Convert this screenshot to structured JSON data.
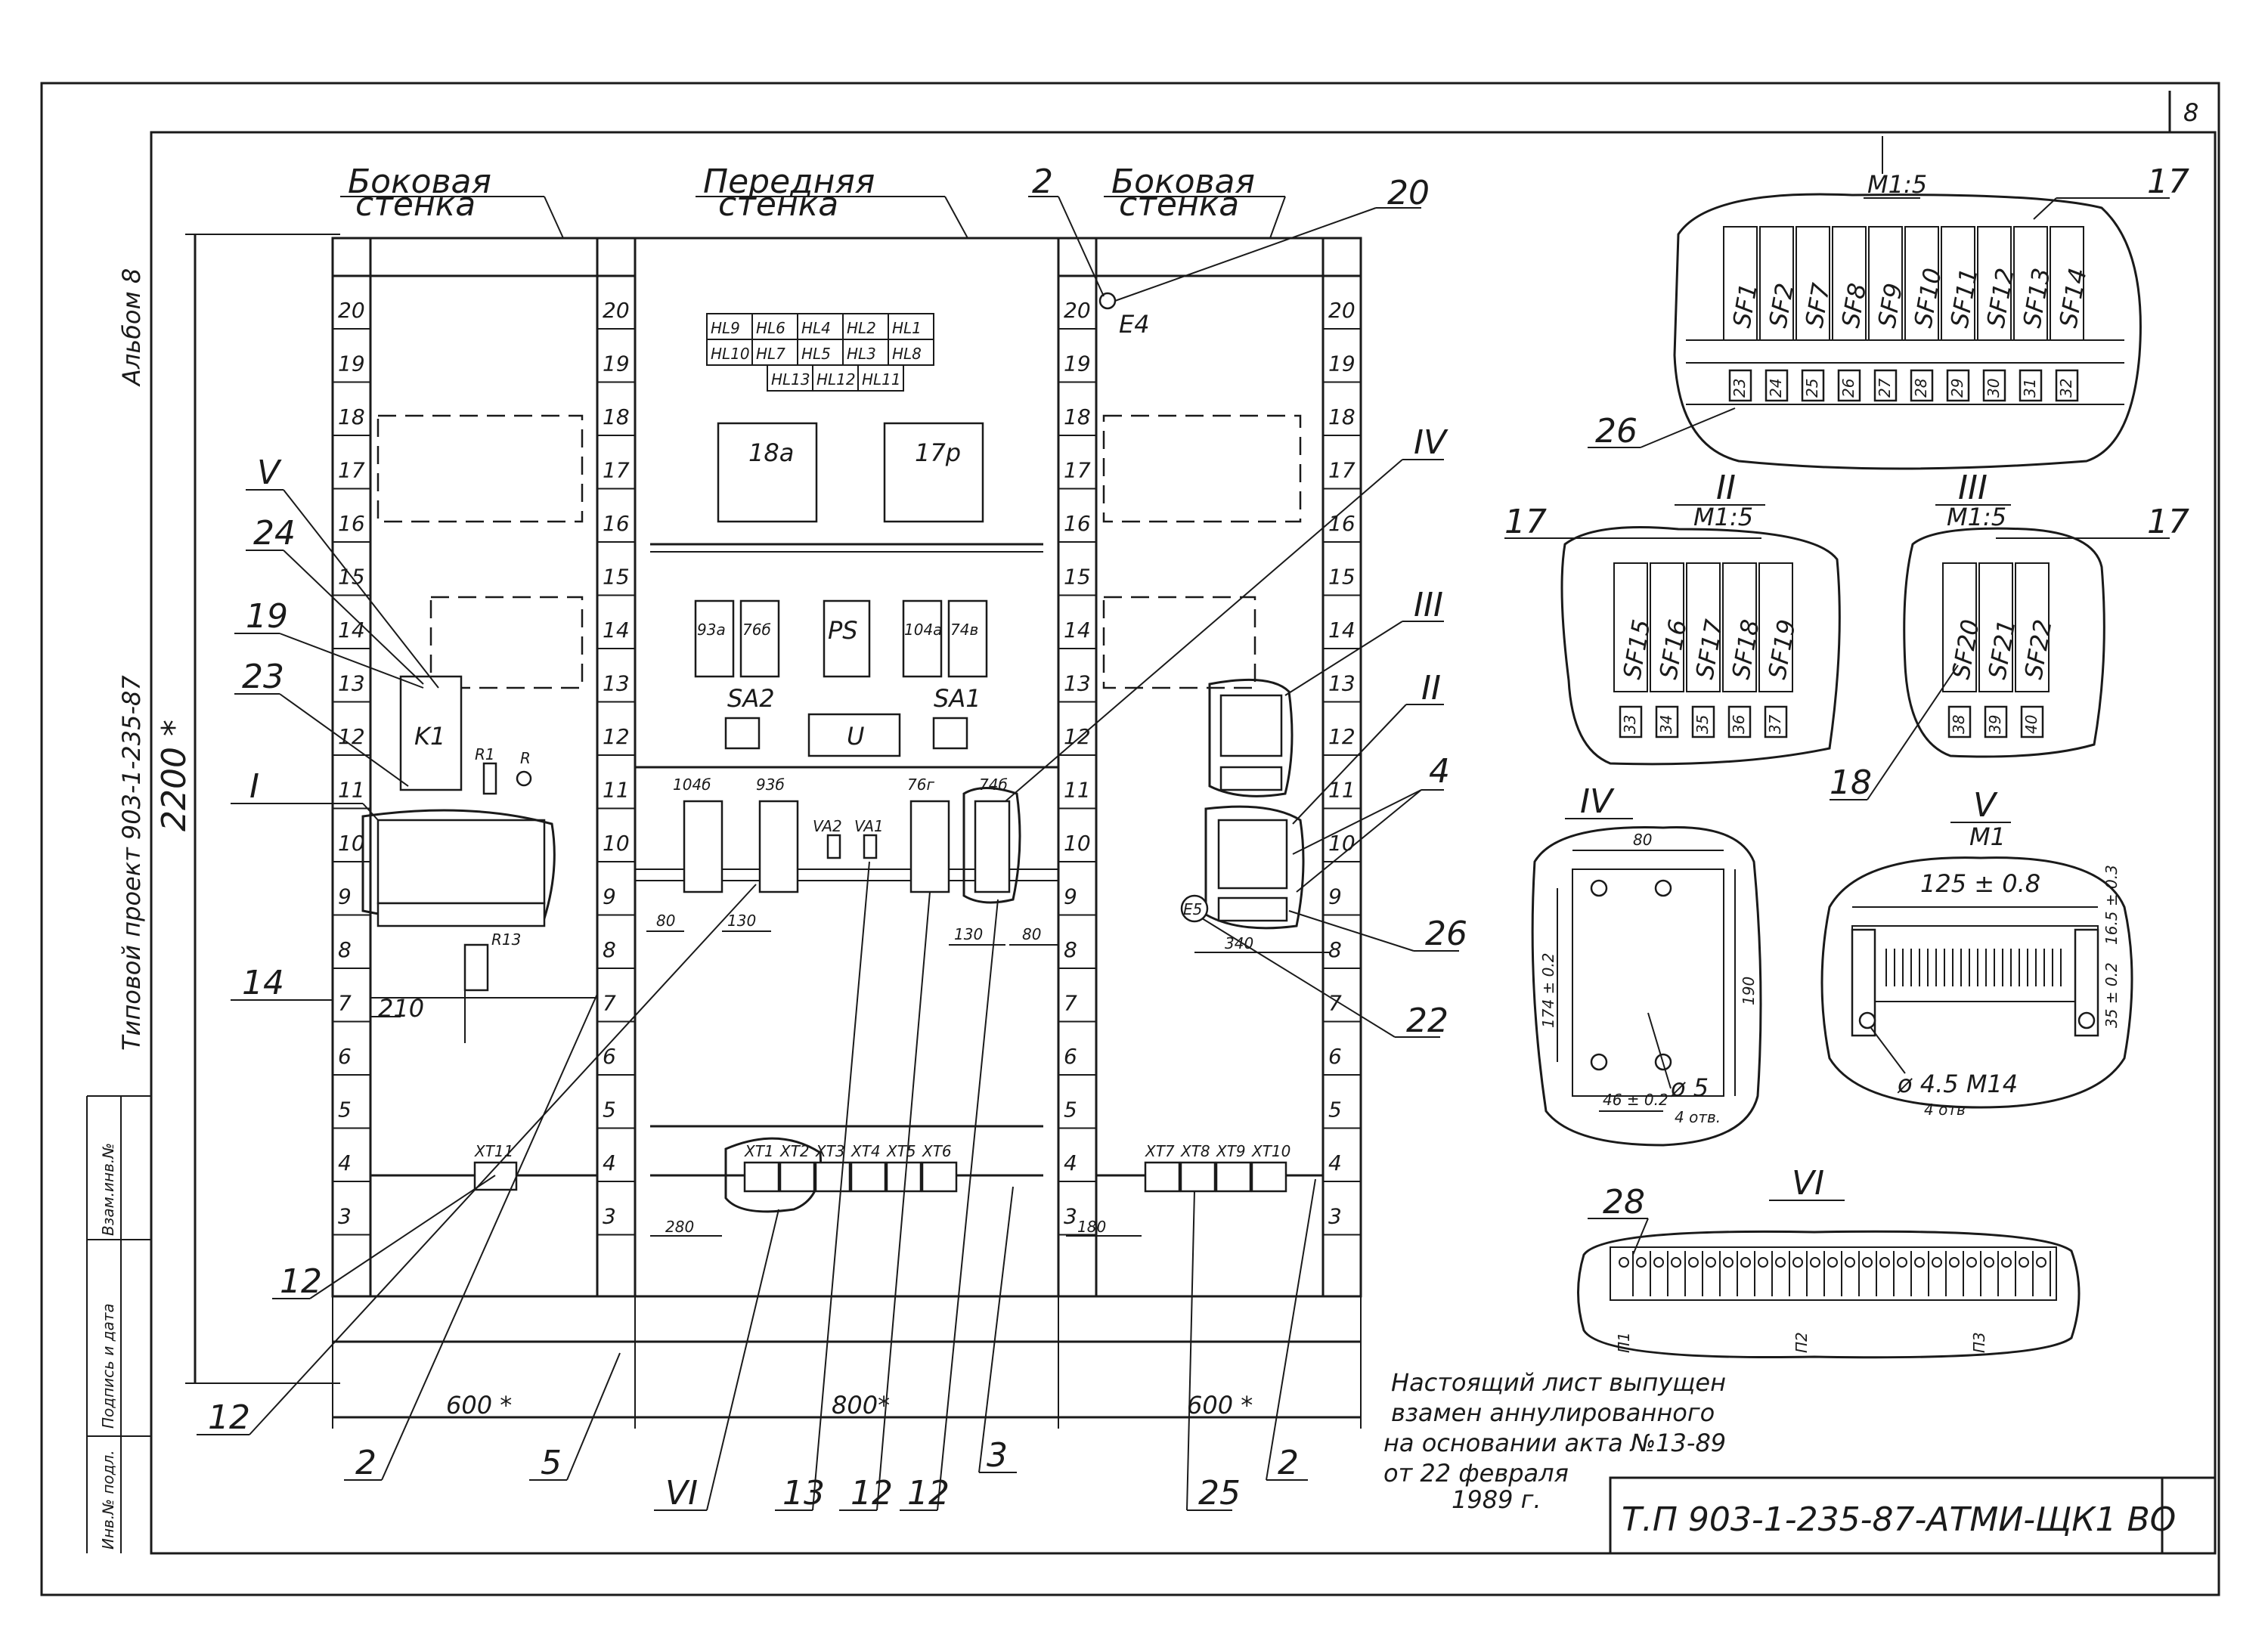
{
  "sheet_number": "8",
  "album_label": "Альбом 8",
  "project_label": "Типовой проект 903-1-235-87",
  "stamp_title": "Т.П 903-1-235-87-АТМИ-ЩК1 ВО",
  "side_stamp": "Взам.инв.№",
  "side_stamp_2": "Подпись и дата",
  "side_stamp_3": "Инв.№ подл.",
  "height_dim": "2200 *",
  "views": {
    "left_wall_title_1": "Боковая",
    "left_wall_title_2": "стенка",
    "front_wall_title_1": "Передняя",
    "front_wall_title_2": "стенка",
    "right_wall_title_1": "Боковая",
    "right_wall_title_2": "стенка"
  },
  "rail_numbers": [
    "20",
    "19",
    "18",
    "17",
    "16",
    "15",
    "14",
    "13",
    "12",
    "11",
    "10",
    "9",
    "8",
    "7",
    "6",
    "5",
    "4",
    "3"
  ],
  "hl_row1": [
    "HL9",
    "HL6",
    "HL4",
    "HL2",
    "HL1"
  ],
  "hl_row2": [
    "HL10",
    "HL7",
    "HL5",
    "HL3",
    "HL8"
  ],
  "hl_row3": [
    "HL13",
    "HL12",
    "HL11"
  ],
  "front_devices": {
    "d18": "18а",
    "d17": "17р",
    "d93a": "93а",
    "d76b": "76б",
    "ps": "PS",
    "d104a": "104а",
    "d74b": "74в",
    "sa2": "SA2",
    "sa1": "SA1",
    "u": "U",
    "d104b": "104б",
    "d93b": "93б",
    "va2": "VA2",
    "va1": "VA1",
    "d76g": "76г",
    "d74v": "74б"
  },
  "left_devices": {
    "k1": "K1",
    "r1": "R1",
    "r": "R",
    "r13": "R13"
  },
  "right_devices": {
    "e4": "E4",
    "e5": "E5"
  },
  "terminals_left": [
    "XT11"
  ],
  "terminals_front": [
    "XT1",
    "XT2",
    "XT3",
    "XT4",
    "XT5",
    "XT6"
  ],
  "terminals_right": [
    "XT7",
    "XT8",
    "XT9",
    "XT10"
  ],
  "dims": {
    "d210": "210",
    "d80a": "80",
    "d130a": "130",
    "d130b": "130",
    "d80b": "80",
    "d280": "280",
    "d180": "180",
    "d340": "340",
    "w600a": "600 *",
    "w800": "800*",
    "w600b": "600 *"
  },
  "callouts": {
    "c2_top": "2",
    "c20": "20",
    "cV": "V",
    "c24": "24",
    "c19": "19",
    "c23": "23",
    "cI": "I",
    "c14": "14",
    "cIV": "IV",
    "cIII": "III",
    "cII": "II",
    "c4": "4",
    "c26": "26",
    "c22": "22",
    "c12a": "12",
    "c12b": "12",
    "c2a": "2",
    "c5": "5",
    "cVI": "VI",
    "c13": "13",
    "c12c": "12",
    "c12d": "12",
    "c3": "3",
    "c25": "25",
    "c2b": "2"
  },
  "view_i": {
    "scale": "М1:5",
    "pointer": "17",
    "breakers": [
      "SF1",
      "SF2",
      "SF7",
      "SF8",
      "SF9",
      "SF10",
      "SF11",
      "SF12",
      "SF13",
      "SF14"
    ],
    "terminals": [
      "23",
      "24",
      "25",
      "26",
      "27",
      "28",
      "29",
      "30",
      "31",
      "32"
    ],
    "label26": "26"
  },
  "view_ii": {
    "title": "II",
    "scale": "М1:5",
    "pointer": "17",
    "breakers": [
      "SF15",
      "SF16",
      "SF17",
      "SF18",
      "SF19"
    ],
    "terminals": [
      "33",
      "34",
      "35",
      "36",
      "37"
    ]
  },
  "view_iii": {
    "title": "III",
    "scale": "М1:5",
    "pointer": "17",
    "breakers": [
      "SF20",
      "SF21",
      "SF22"
    ],
    "terminals": [
      "38",
      "39",
      "40"
    ],
    "label18": "18"
  },
  "view_iv": {
    "title": "IV",
    "w": "80",
    "h": "190",
    "h2": "174 ± 0.2",
    "w2": "46 ± 0.2",
    "hole": "ø 5",
    "holes": "4 отв."
  },
  "view_v": {
    "title": "V",
    "sub": "М1",
    "w": "125 ± 0.8",
    "h1": "16.5 ± 0.3",
    "h2": "35 ± 0.2",
    "hole": "ø 4.5 М14",
    "holes": "4 отв"
  },
  "view_vi": {
    "title": "VI",
    "pointer": "28",
    "strips": [
      "П1",
      "П2",
      "П3"
    ]
  },
  "note": {
    "line1": "Настоящий лист выпущен",
    "line2": "взамен аннулированного",
    "line3": "на основании акта №13-89",
    "line4": "от 22 февраля",
    "line5": "1989 г."
  }
}
